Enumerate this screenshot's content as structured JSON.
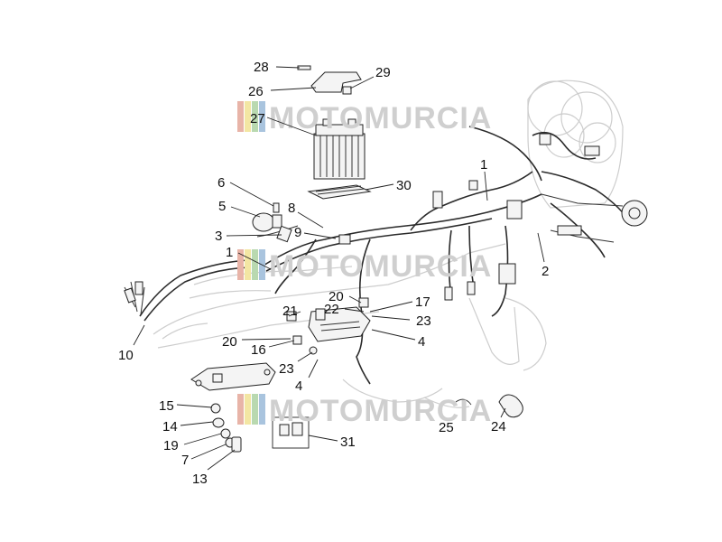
{
  "watermark": {
    "brand": "MOTOMURCIA",
    "stripe_colors": [
      "#e8b4a8",
      "#f3e6a3",
      "#b9d9b0",
      "#a9c4de"
    ]
  },
  "labels": [
    {
      "id": "l28",
      "text": "28"
    },
    {
      "id": "l29",
      "text": "29"
    },
    {
      "id": "l26",
      "text": "26"
    },
    {
      "id": "l27",
      "text": "27"
    },
    {
      "id": "l30",
      "text": "30"
    },
    {
      "id": "l1a",
      "text": "1"
    },
    {
      "id": "l6",
      "text": "6"
    },
    {
      "id": "l5",
      "text": "5"
    },
    {
      "id": "l8",
      "text": "8"
    },
    {
      "id": "l9",
      "text": "9"
    },
    {
      "id": "l3",
      "text": "3"
    },
    {
      "id": "l1b",
      "text": "1"
    },
    {
      "id": "l2",
      "text": "2"
    },
    {
      "id": "l20a",
      "text": "20"
    },
    {
      "id": "l17",
      "text": "17"
    },
    {
      "id": "l22",
      "text": "22"
    },
    {
      "id": "l21",
      "text": "21"
    },
    {
      "id": "l23a",
      "text": "23"
    },
    {
      "id": "l10",
      "text": "10"
    },
    {
      "id": "l20b",
      "text": "20"
    },
    {
      "id": "l4a",
      "text": "4"
    },
    {
      "id": "l16",
      "text": "16"
    },
    {
      "id": "l23b",
      "text": "23"
    },
    {
      "id": "l4b",
      "text": "4"
    },
    {
      "id": "l15",
      "text": "15"
    },
    {
      "id": "l14",
      "text": "14"
    },
    {
      "id": "l19",
      "text": "19"
    },
    {
      "id": "l7",
      "text": "7"
    },
    {
      "id": "l13",
      "text": "13"
    },
    {
      "id": "l31",
      "text": "31"
    },
    {
      "id": "l25",
      "text": "25"
    },
    {
      "id": "l24",
      "text": "24"
    }
  ]
}
